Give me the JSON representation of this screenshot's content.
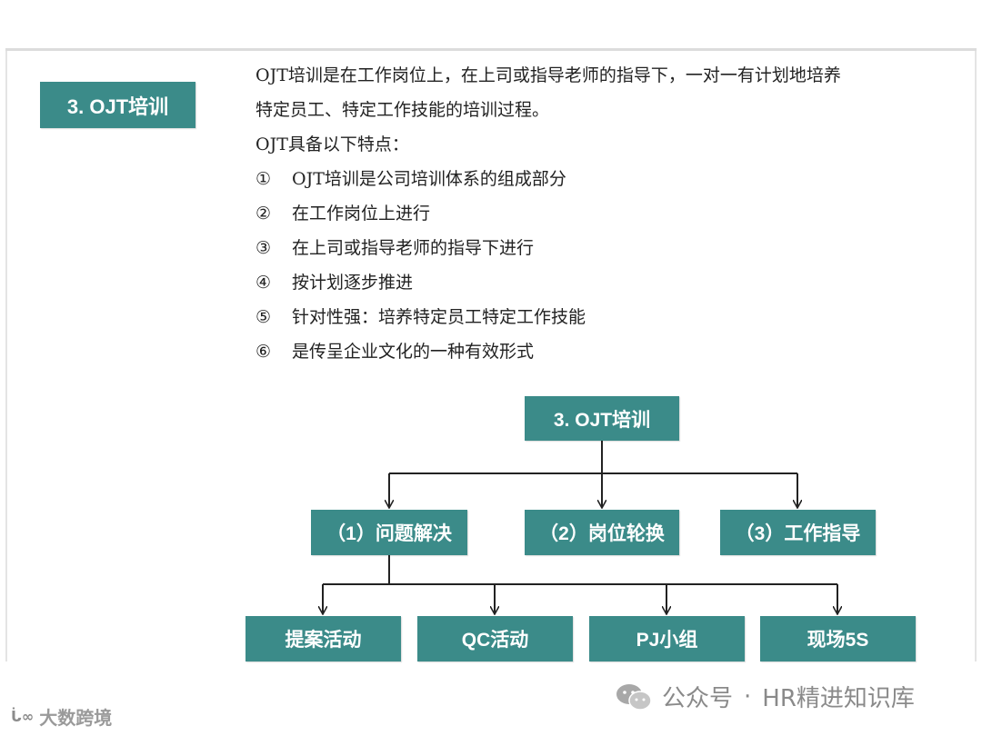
{
  "slide": {
    "section_title": "3. OJT培训",
    "intro_line1": "OJT培训是在工作岗位上，在上司或指导老师的指导下，一对一有计划地培养",
    "intro_line2": "特定员工、特定工作技能的培训过程。",
    "features_intro": "OJT具备以下特点：",
    "features": [
      {
        "num": "①",
        "text": "OJT培训是公司培训体系的组成部分"
      },
      {
        "num": "②",
        "text": "在工作岗位上进行"
      },
      {
        "num": "③",
        "text": "在上司或指导老师的指导下进行"
      },
      {
        "num": "④",
        "text": "按计划逐步推进"
      },
      {
        "num": "⑤",
        "text": "针对性强：培养特定员工特定工作技能"
      },
      {
        "num": "⑥",
        "text": "是传呈企业文化的一种有效形式"
      }
    ]
  },
  "org_chart": {
    "root": "3. OJT培训",
    "level2": [
      "（1）问题解决",
      "（2）岗位轮换",
      "（3）工作指导"
    ],
    "level3": [
      "提案活动",
      "QC活动",
      "PJ小组",
      "现场5S"
    ]
  },
  "colors": {
    "node_fill": "#3b8b89",
    "node_text": "#ffffff",
    "body_text": "#222222",
    "connector": "#222222"
  },
  "watermarks": {
    "left": "大数跨境",
    "left_logo": "icon-logo",
    "right_icon": "wechat-icon",
    "right_prefix": "公众号",
    "right_separator": "·",
    "right_name": "HR精进知识库"
  }
}
